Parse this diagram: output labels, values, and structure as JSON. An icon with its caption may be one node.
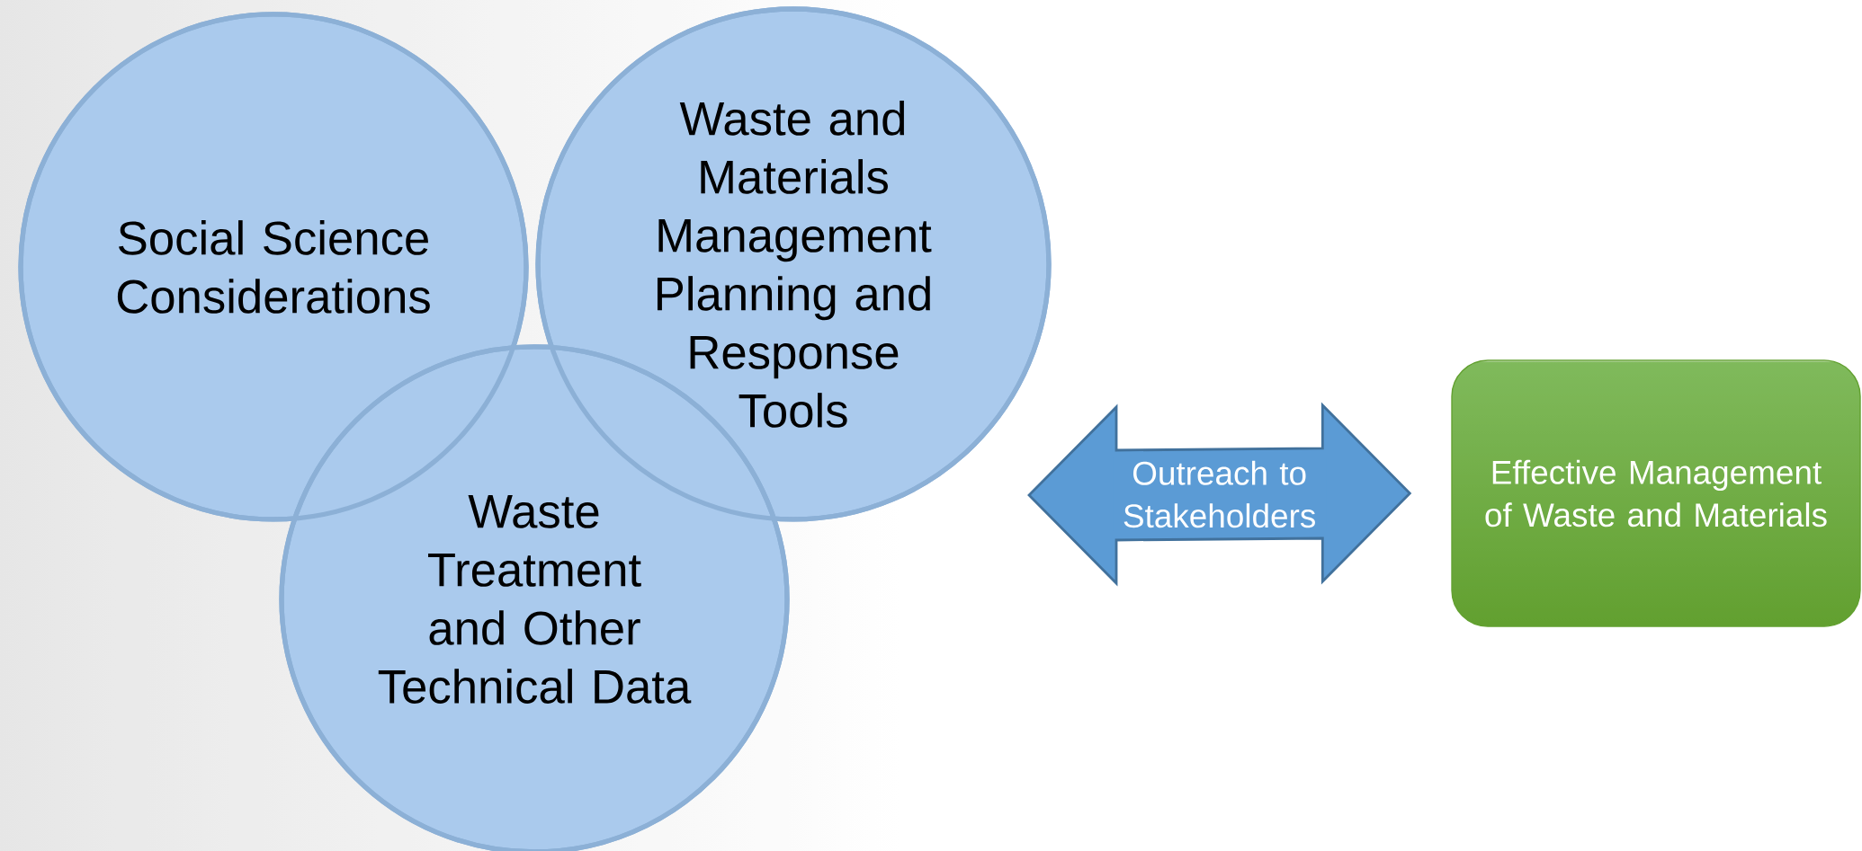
{
  "diagram": {
    "nodes": [
      {
        "text": [
          "Social Science Considerations"
        ]
      },
      {
        "text": [
          "Waste and Materials Management Planning and Response Tools"
        ]
      },
      {
        "text": [
          "Waste Treatment and Other Technical Data"
        ]
      },
      {
        "text": [
          "Effective Management of Waste and Materials"
        ]
      }
    ],
    "edges": [
      {
        "from": null,
        "to": 3,
        "arrow": "both",
        "label": "Outreach to Stakeholders"
      }
    ]
  }
}
